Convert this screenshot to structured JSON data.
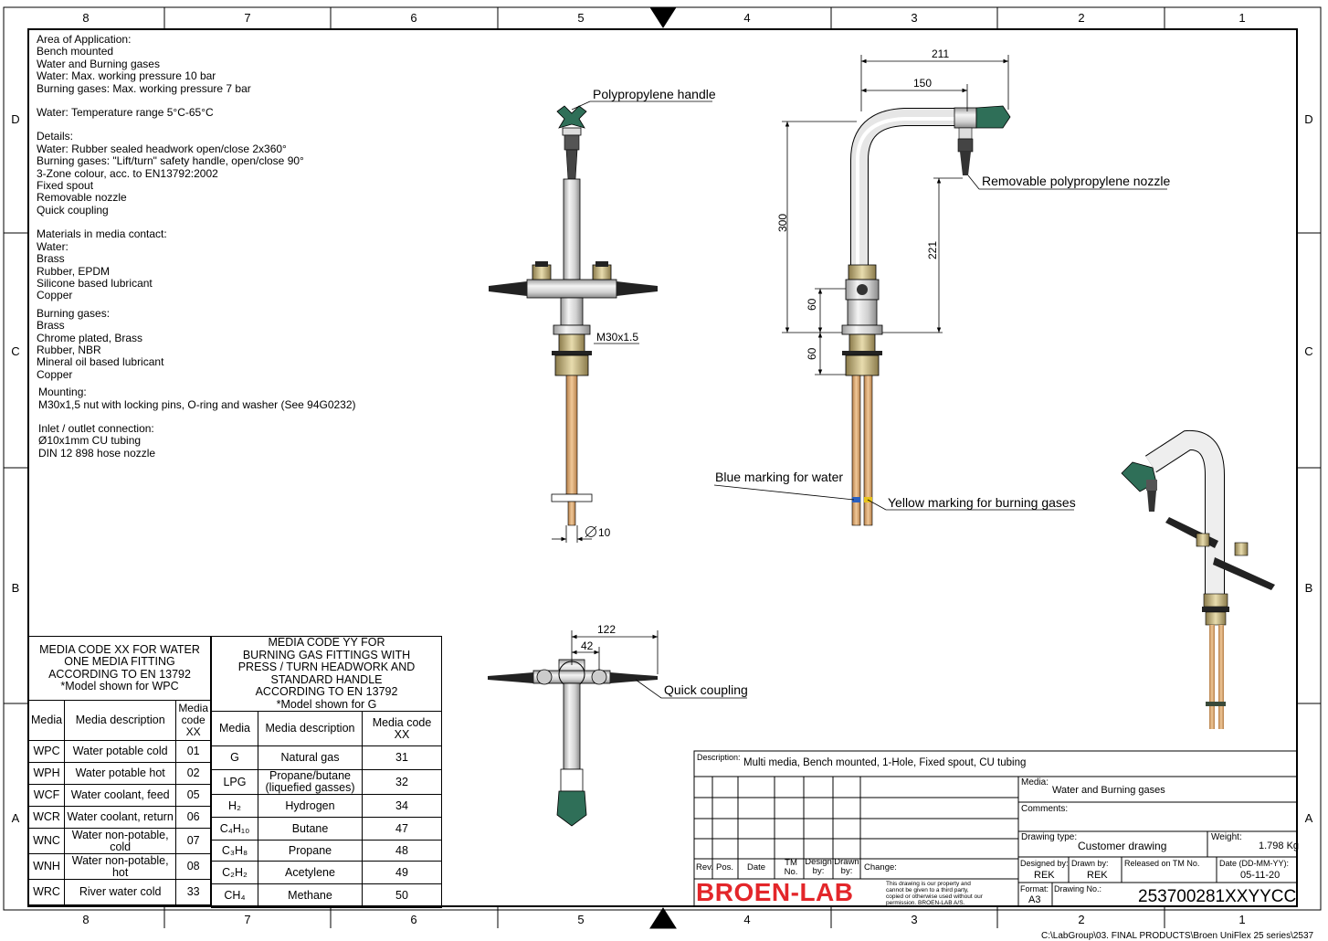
{
  "frame": {
    "columns": [
      "8",
      "7",
      "6",
      "5",
      "4",
      "3",
      "2",
      "1"
    ],
    "rows": [
      "D",
      "C",
      "B",
      "A"
    ]
  },
  "spec": {
    "area_heading": "Area of Application:",
    "area_lines": [
      "Bench mounted",
      "Water and Burning gases",
      "Water: Max. working pressure 10 bar",
      "Burning gases: Max. working pressure 7 bar"
    ],
    "temperature": "Water: Temperature range 5°C-65°C",
    "details_heading": "Details:",
    "details_lines": [
      "Water: Rubber sealed headwork open/close 2x360°",
      "Burning gases: \"Lift/turn\" safety handle, open/close 90°",
      "3-Zone colour, acc. to EN13792:2002",
      "Fixed spout",
      "Removable nozzle",
      "Quick coupling"
    ],
    "materials_heading": "Materials in media contact:",
    "water_heading": "Water:",
    "water_materials": [
      "Brass",
      "Rubber, EPDM",
      "Silicone based lubricant",
      "Copper"
    ],
    "gas_heading": "Burning gases:",
    "gas_materials": [
      "Brass",
      "Chrome plated, Brass",
      "Rubber, NBR",
      "Mineral oil based lubricant",
      "Copper"
    ],
    "mounting_heading": "Mounting:",
    "mounting_text": "M30x1,5 nut with locking pins, O-ring and washer (See 94G0232)",
    "inlet_heading": "Inlet / outlet connection:",
    "inlet_lines": [
      "Ø10x1mm CU tubing",
      "DIN 12 898 hose nozzle"
    ]
  },
  "labels": {
    "polypropylene_handle": "Polypropylene handle",
    "removable_nozzle": "Removable polypropylene nozzle",
    "blue_marking": "Blue marking for water",
    "yellow_marking": "Yellow marking for burning gases",
    "quick_coupling": "Quick coupling",
    "thread": "M30x1.5",
    "diameter": "10"
  },
  "dimensions": {
    "d211": "211",
    "d150": "150",
    "d300": "300",
    "d221": "221",
    "d60a": "60",
    "d60b": "60",
    "d122": "122",
    "d42": "42"
  },
  "water_table": {
    "title_lines": [
      "MEDIA CODE XX FOR WATER",
      "ONE MEDIA FITTING",
      "ACCORDING TO EN 13792",
      "*Model shown for WPC"
    ],
    "headers": [
      "Media",
      "Media description",
      "Media code XX"
    ],
    "rows": [
      [
        "WPC",
        "Water potable cold",
        "01"
      ],
      [
        "WPH",
        "Water potable hot",
        "02"
      ],
      [
        "WCF",
        "Water coolant, feed",
        "05"
      ],
      [
        "WCR",
        "Water coolant, return",
        "06"
      ],
      [
        "WNC",
        "Water non-potable, cold",
        "07"
      ],
      [
        "WNH",
        "Water non-potable, hot",
        "08"
      ],
      [
        "WRC",
        "River water cold",
        "33"
      ]
    ]
  },
  "gas_table": {
    "title_lines": [
      "MEDIA CODE YY FOR",
      "BURNING GAS FITTINGS WITH",
      "PRESS / TURN HEADWORK AND",
      "STANDARD HANDLE",
      "ACCORDING TO EN 13792",
      "*Model shown for G"
    ],
    "headers": [
      "Media",
      "Media description",
      "Media code XX"
    ],
    "rows": [
      [
        "G",
        "Natural gas",
        "31"
      ],
      [
        "LPG",
        "Propane/butane (liquefied gasses)",
        "32"
      ],
      [
        "H₂",
        "Hydrogen",
        "34"
      ],
      [
        "C₄H₁₀",
        "Butane",
        "47"
      ],
      [
        "C₃H₈",
        "Propane",
        "48"
      ],
      [
        "C₂H₂",
        "Acetylene",
        "49"
      ],
      [
        "CH₄",
        "Methane",
        "50"
      ]
    ]
  },
  "title_block": {
    "description_label": "Description:",
    "description": "Multi media, Bench mounted, 1-Hole, Fixed spout, CU tubing",
    "media_label": "Media:",
    "media": "Water and Burning gases",
    "comments_label": "Comments:",
    "drawing_type_label": "Drawing type:",
    "drawing_type": "Customer drawing",
    "weight_label": "Weight:",
    "weight": "1.798 Kg",
    "rev_label": "Rev.",
    "pos_label": "Pos.",
    "date_label": "Date",
    "tm_no_label": "TM No.",
    "design_by_label": "Design by:",
    "drawn_by_label": "Drawn by:",
    "change_label": "Change:",
    "designed_by_label": "Designed by:",
    "designed_by": "REK",
    "drawn_by_label2": "Drawn by:",
    "drawn_by": "REK",
    "released_label": "Released on TM No.",
    "date_format_label": "Date (DD-MM-YY):",
    "date": "05-11-20",
    "logo": "BROEN-LAB",
    "legal": "This drawing is our property and cannot be given to a third party, copied or otherwise used without our permission. BROEN-LAB A/S.",
    "format_label": "Format:",
    "format": "A3",
    "drawing_no_label": "Drawing No.:",
    "drawing_no": "253700281XXYYCC"
  },
  "file_path": "C:\\LabGroup\\03. FINAL PRODUCTS\\Broen UniFlex 25 series\\2537",
  "colors": {
    "handle": "#2f6f58",
    "copper": "#d9a66a",
    "brass": "#d8c89a",
    "logo": "#e3262a"
  }
}
